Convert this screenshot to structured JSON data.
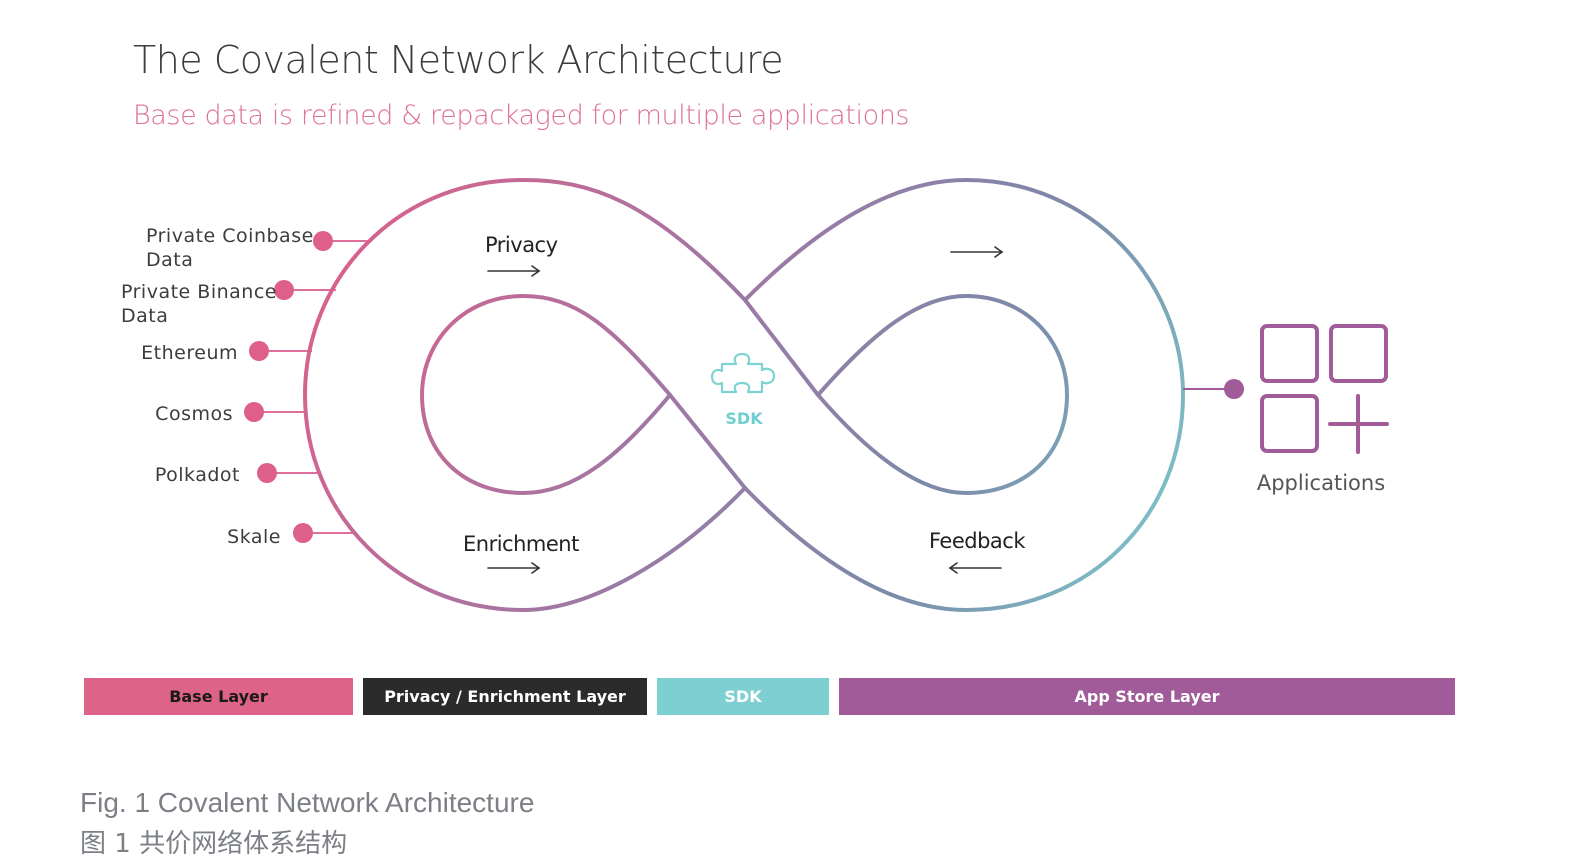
{
  "header": {
    "title": "The Covalent Network Architecture",
    "subtitle": "Base data is refined & repackaged for multiple applications"
  },
  "data_sources": [
    {
      "lines": [
        "Private Coinbase",
        "Data"
      ]
    },
    {
      "lines": [
        "Private Binance",
        "Data"
      ]
    },
    {
      "lines": [
        "Ethereum"
      ]
    },
    {
      "lines": [
        "Cosmos"
      ]
    },
    {
      "lines": [
        "Polkadot"
      ]
    },
    {
      "lines": [
        "Skale"
      ]
    }
  ],
  "flow_labels": {
    "privacy": "Privacy",
    "enrichment": "Enrichment",
    "feedback": "Feedback"
  },
  "center": {
    "icon": "puzzle-piece-icon",
    "label": "SDK"
  },
  "applications": {
    "icon": "app-grid-plus-icon",
    "label": "Applications"
  },
  "layers": [
    {
      "label": "Base Layer",
      "bg": "#de6389",
      "fg": "#1a1a1a"
    },
    {
      "label": "Privacy / Enrichment Layer",
      "bg": "#2b2b2b",
      "fg": "#ffffff"
    },
    {
      "label": "SDK",
      "bg": "#7dcfd1",
      "fg": "#ffffff"
    },
    {
      "label": "App Store Layer",
      "bg": "#a15b98",
      "fg": "#ffffff"
    }
  ],
  "colors": {
    "pink": "#de5f8c",
    "purple": "#a15b98",
    "slate": "#7d87a6",
    "teal": "#7ecfd0"
  },
  "caption": {
    "en": "Fig. 1 Covalent Network Architecture",
    "zh": "图 1 共价网络体系结构"
  }
}
